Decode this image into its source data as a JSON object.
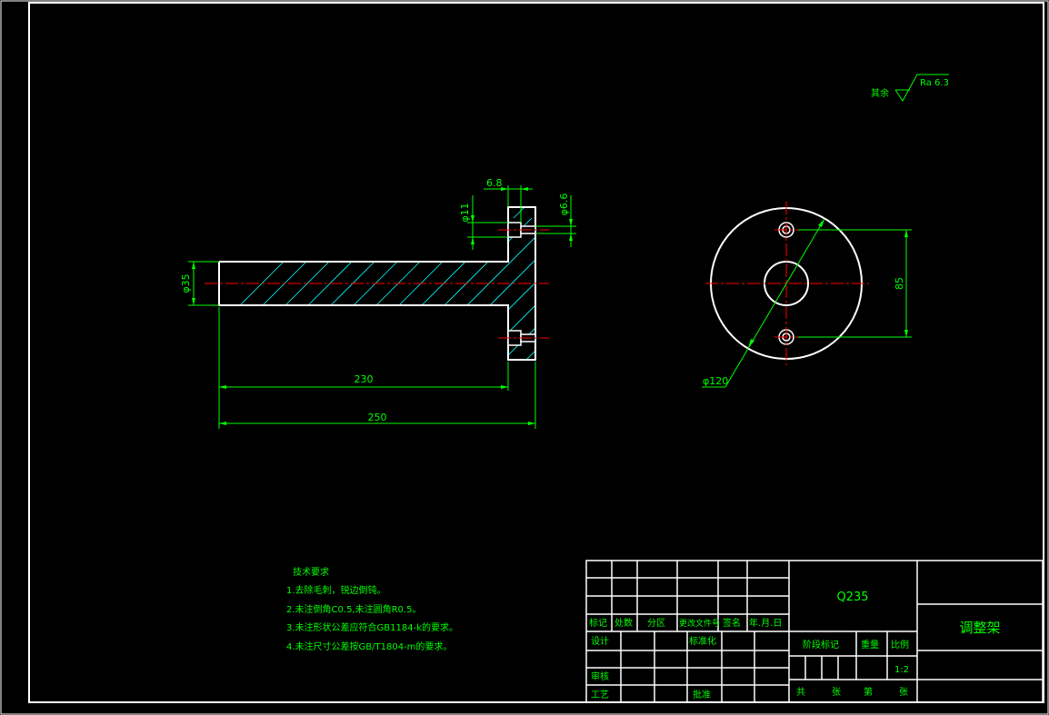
{
  "colors": {
    "outline": "#ffffff",
    "dimension": "#00ff00",
    "centerline": "#ff0000",
    "hatch": "#00ffff",
    "background": "#000000"
  },
  "roughness": {
    "label": "其余",
    "value": "Ra 6.3"
  },
  "dimensions": {
    "d68": "6.8",
    "phi11": "φ11",
    "phi66": "φ6.6",
    "phi35": "φ35",
    "len230": "230",
    "len250": "250",
    "d85": "85",
    "phi120": "φ120"
  },
  "notes": {
    "title": "技术要求",
    "items": [
      "1.去除毛刺，锐边倒钝。",
      "2.未注倒角C0.5,未注圆角R0.5。",
      "3.未注形状公差应符合GB1184-k的要求。",
      "4.未注尺寸公差按GB/T1804-m的要求。"
    ]
  },
  "title_block": {
    "material": "Q235",
    "part_name": "调整架",
    "headers": [
      "标记",
      "处数",
      "分区",
      "更改文件号",
      "签名",
      "年.月.日"
    ],
    "design": "设计",
    "standardization": "标准化",
    "review": "审核",
    "process": "工艺",
    "approve": "批准",
    "stage_mark": "阶段标记",
    "weight": "重量",
    "scale_label": "比例",
    "scale": "1:2",
    "total": "共",
    "sheets": "张",
    "page": "第"
  }
}
